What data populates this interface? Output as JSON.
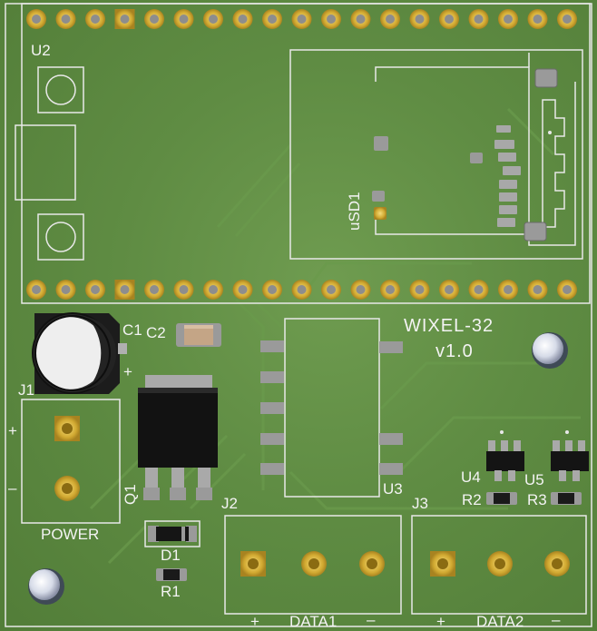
{
  "board": {
    "title": "WIXEL-32",
    "version": "v1.0"
  },
  "labels": {
    "u2": "U2",
    "usd1": "uSD1",
    "c1": "C1",
    "c2": "C2",
    "c1_plus": "+",
    "j1": "J1",
    "j1_plus": "+",
    "j1_minus": "–",
    "power": "POWER",
    "q1": "Q1",
    "d1": "D1",
    "r1": "R1",
    "j2": "J2",
    "data1": "DATA1",
    "j2_plus": "+",
    "j2_minus": "–",
    "u3": "U3",
    "j3": "J3",
    "data2": "DATA2",
    "j3_plus": "+",
    "j3_minus": "–",
    "u4": "U4",
    "u5": "U5",
    "r2": "R2",
    "r3": "R3"
  },
  "colors": {
    "pcb_green": "#5f8c43",
    "silkscreen": "#f3f3f3",
    "gold": "#d8b23a"
  }
}
